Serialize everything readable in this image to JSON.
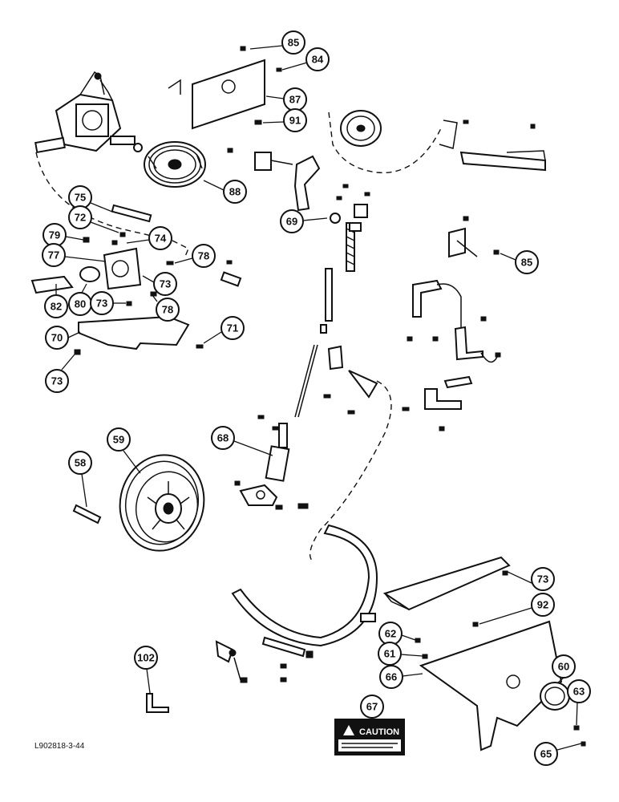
{
  "figure_code": "L902818-3-44",
  "caution_label": "CAUTION",
  "callouts": [
    {
      "id": "85a",
      "number": "85"
    },
    {
      "id": "84",
      "number": "84"
    },
    {
      "id": "87",
      "number": "87"
    },
    {
      "id": "91",
      "number": "91"
    },
    {
      "id": "88",
      "number": "88"
    },
    {
      "id": "75",
      "number": "75"
    },
    {
      "id": "72",
      "number": "72"
    },
    {
      "id": "79",
      "number": "79"
    },
    {
      "id": "74",
      "number": "74"
    },
    {
      "id": "77",
      "number": "77"
    },
    {
      "id": "78a",
      "number": "78"
    },
    {
      "id": "73a",
      "number": "73"
    },
    {
      "id": "82",
      "number": "82"
    },
    {
      "id": "80",
      "number": "80"
    },
    {
      "id": "73b",
      "number": "73"
    },
    {
      "id": "78b",
      "number": "78"
    },
    {
      "id": "70",
      "number": "70"
    },
    {
      "id": "71",
      "number": "71"
    },
    {
      "id": "73c",
      "number": "73"
    },
    {
      "id": "69",
      "number": "69"
    },
    {
      "id": "85b",
      "number": "85"
    },
    {
      "id": "68",
      "number": "68"
    },
    {
      "id": "59",
      "number": "59"
    },
    {
      "id": "58",
      "number": "58"
    },
    {
      "id": "73d",
      "number": "73"
    },
    {
      "id": "92",
      "number": "92"
    },
    {
      "id": "62",
      "number": "62"
    },
    {
      "id": "61",
      "number": "61"
    },
    {
      "id": "66",
      "number": "66"
    },
    {
      "id": "60",
      "number": "60"
    },
    {
      "id": "63",
      "number": "63"
    },
    {
      "id": "67",
      "number": "67"
    },
    {
      "id": "65",
      "number": "65"
    },
    {
      "id": "102",
      "number": "102"
    }
  ]
}
